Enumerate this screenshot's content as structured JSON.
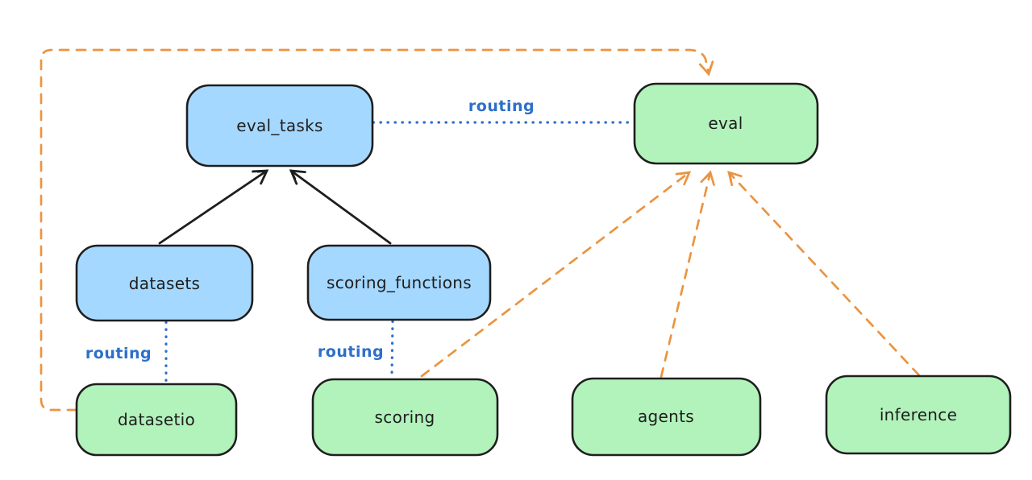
{
  "diagram": {
    "nodes": [
      {
        "id": "eval_tasks",
        "label": "eval_tasks",
        "kind": "resource",
        "fill": "#a5d8ff"
      },
      {
        "id": "eval",
        "label": "eval",
        "kind": "api",
        "fill": "#b2f2bb"
      },
      {
        "id": "datasets",
        "label": "datasets",
        "kind": "resource",
        "fill": "#a5d8ff"
      },
      {
        "id": "scoring_functions",
        "label": "scoring_functions",
        "kind": "resource",
        "fill": "#a5d8ff"
      },
      {
        "id": "datasetio",
        "label": "datasetio",
        "kind": "api",
        "fill": "#b2f2bb"
      },
      {
        "id": "scoring",
        "label": "scoring",
        "kind": "api",
        "fill": "#b2f2bb"
      },
      {
        "id": "agents",
        "label": "agents",
        "kind": "api",
        "fill": "#b2f2bb"
      },
      {
        "id": "inference",
        "label": "inference",
        "kind": "api",
        "fill": "#b2f2bb"
      }
    ],
    "edges": [
      {
        "from": "eval_tasks",
        "to": "eval",
        "style": "dotted",
        "label": "routing"
      },
      {
        "from": "datasets",
        "to": "datasetio",
        "style": "dotted",
        "label": "routing"
      },
      {
        "from": "scoring_functions",
        "to": "scoring",
        "style": "dotted",
        "label": "routing"
      },
      {
        "from": "datasets",
        "to": "eval_tasks",
        "style": "solid_arrow",
        "label": ""
      },
      {
        "from": "scoring_functions",
        "to": "eval_tasks",
        "style": "solid_arrow",
        "label": ""
      },
      {
        "from": "datasetio",
        "to": "eval",
        "style": "dashed_arrow",
        "label": ""
      },
      {
        "from": "scoring",
        "to": "eval",
        "style": "dashed_arrow",
        "label": ""
      },
      {
        "from": "agents",
        "to": "eval",
        "style": "dashed_arrow",
        "label": ""
      },
      {
        "from": "inference",
        "to": "eval",
        "style": "dashed_arrow",
        "label": ""
      }
    ],
    "colors": {
      "background": "#ffffff",
      "node_stroke": "#1e1e1e",
      "node_text": "#1e1e1e",
      "blue_fill": "#a5d8ff",
      "green_fill": "#b2f2bb",
      "routing_blue": "#2d6fc9",
      "orange_dashed": "#eb9440",
      "black_solid": "#1e1e1e"
    }
  }
}
